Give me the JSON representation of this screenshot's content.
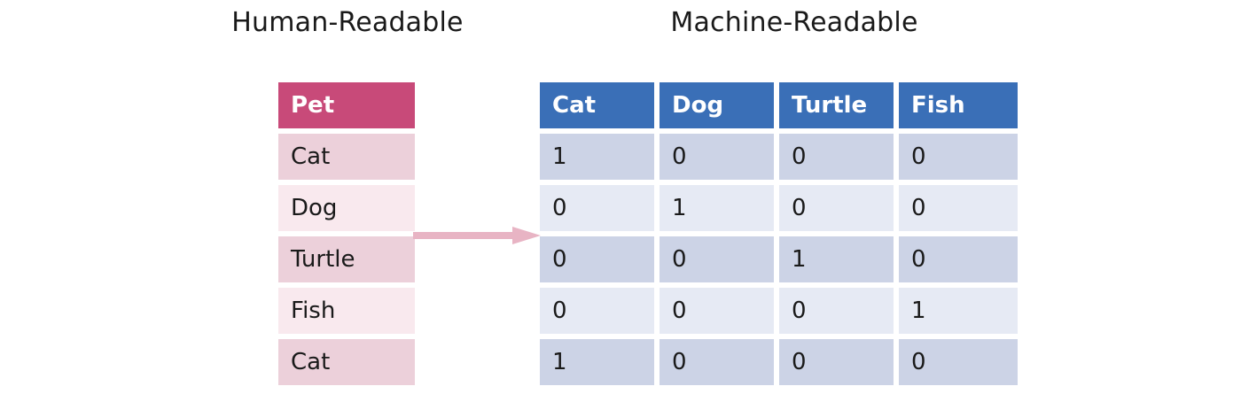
{
  "titles": {
    "human": "Human-Readable",
    "machine": "Machine-Readable"
  },
  "human_table": {
    "header": "Pet",
    "rows": [
      "Cat",
      "Dog",
      "Turtle",
      "Fish",
      "Cat"
    ]
  },
  "machine_table": {
    "headers": [
      "Cat",
      "Dog",
      "Turtle",
      "Fish"
    ],
    "rows": [
      [
        "1",
        "0",
        "0",
        "0"
      ],
      [
        "0",
        "1",
        "0",
        "0"
      ],
      [
        "0",
        "0",
        "1",
        "0"
      ],
      [
        "0",
        "0",
        "0",
        "1"
      ],
      [
        "1",
        "0",
        "0",
        "0"
      ]
    ]
  },
  "arrow": {
    "label": "transform-arrow",
    "color": "#e8b4c4"
  },
  "colors": {
    "pink_header": "#c84a79",
    "pink_dark_row": "#ecd0da",
    "pink_light_row": "#f9e9ee",
    "blue_header": "#3a6fb7",
    "blue_dark_row": "#ccd3e6",
    "blue_light_row": "#e6eaf4",
    "text": "#1a1a1a",
    "background": "#ffffff"
  }
}
